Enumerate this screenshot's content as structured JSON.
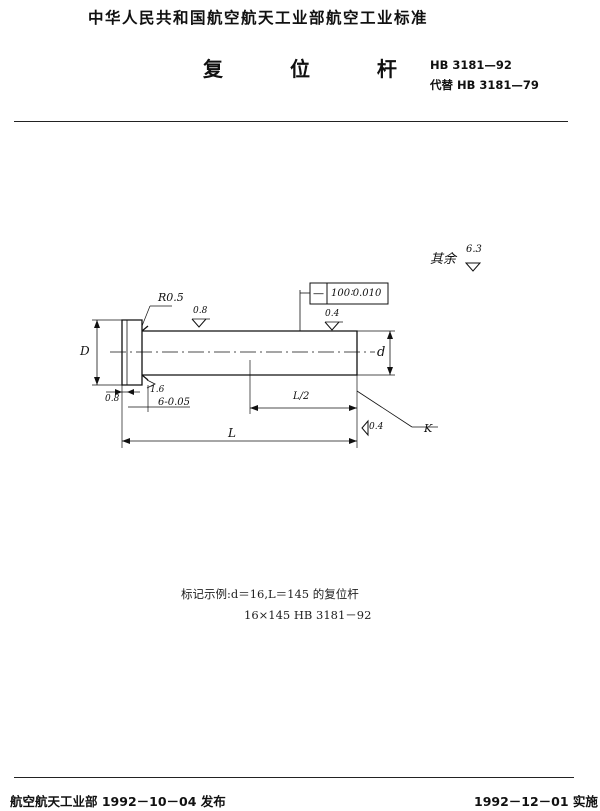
{
  "header": {
    "organization": "中华人民共和国航空航天工业部航空工业标准",
    "title": "复 位 杆",
    "standard_no": "HB 3181—92",
    "replaces": "代替 HB 3181—79"
  },
  "drawing": {
    "roughness_note": "其余",
    "roughness_other": "6.3",
    "radius": "R0.5",
    "roughness_head": "0.8",
    "roughness_shank": "0.4",
    "tolerance_symbol": "—",
    "tolerance_value": "100∶0.010",
    "dim_D": "D",
    "dim_d": "d",
    "dim_head_thickness": "0.8",
    "dim_groove_depth": "1.6",
    "dim_groove_width": "6-0.05",
    "dim_half_length": "L/2",
    "dim_length": "L",
    "dim_end_roughness": "0.4",
    "label_K": "K"
  },
  "marking_example": {
    "line1": "标记示例:d＝16,L＝145 的复位杆",
    "line2": "16×145   HB 3181－92"
  },
  "footer": {
    "issued": "航空航天工业部 1992－10－04 发布",
    "effective": "1992－12－01 实施"
  }
}
